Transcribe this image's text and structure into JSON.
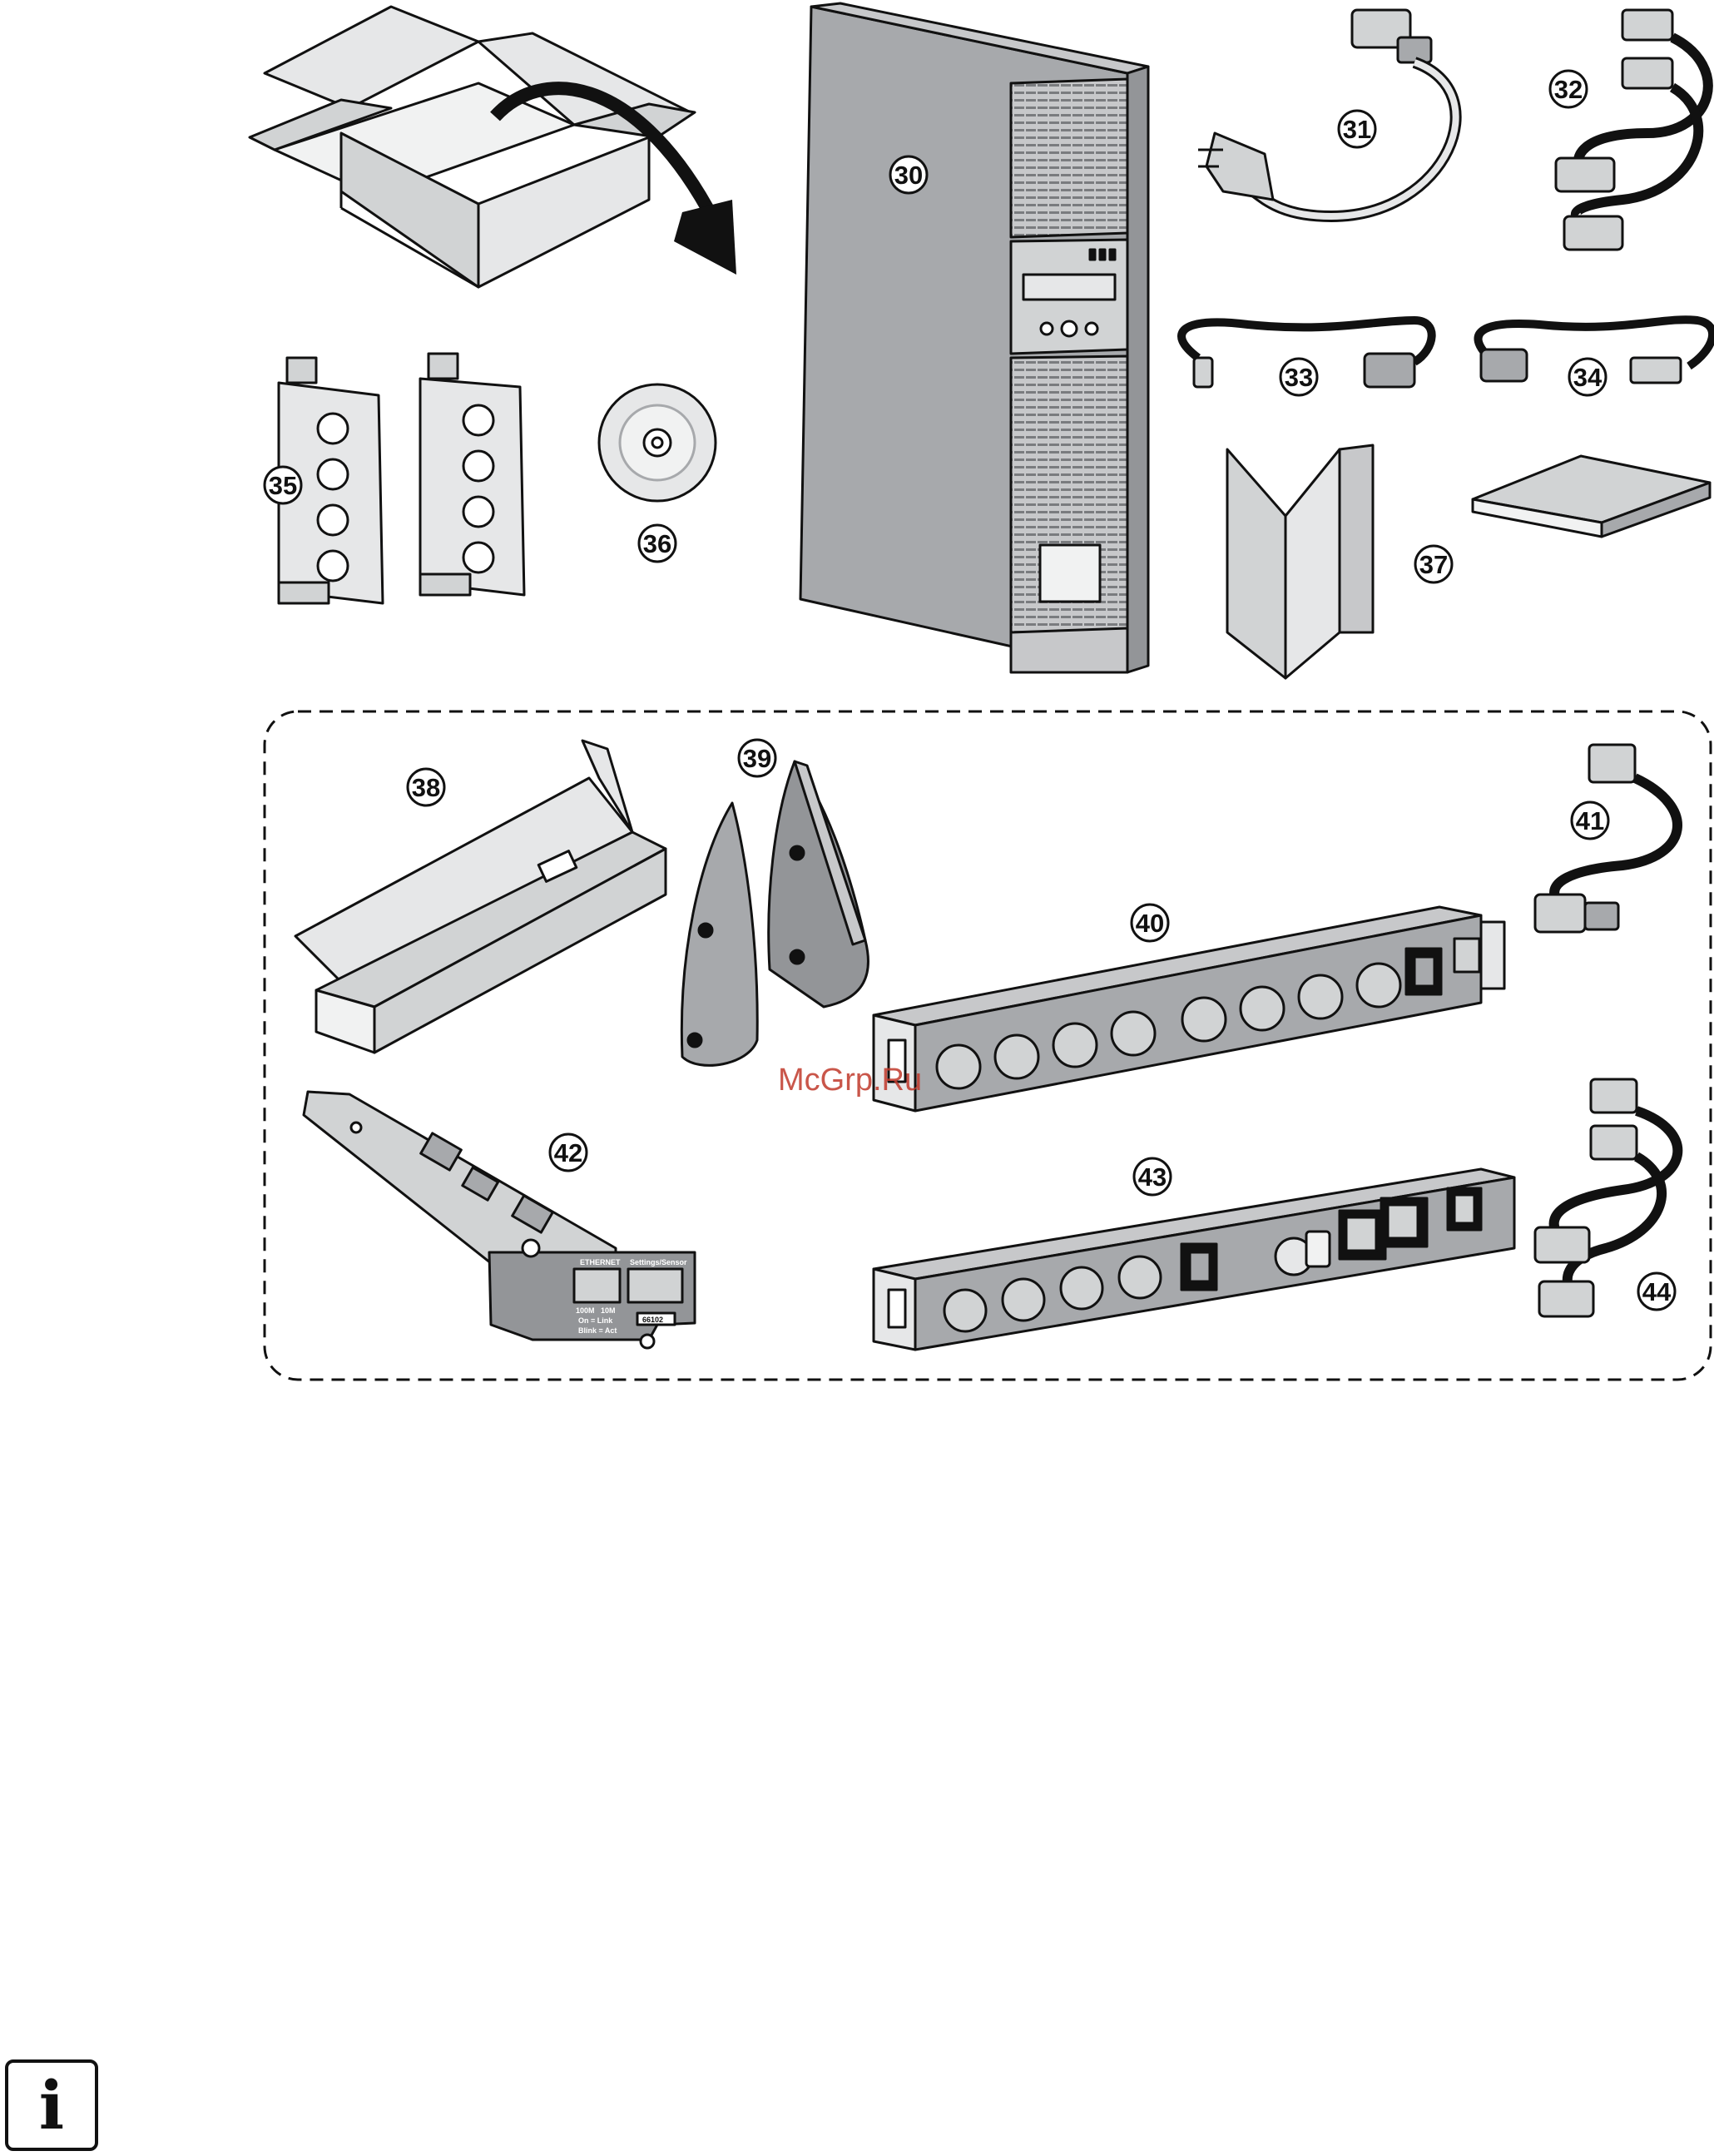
{
  "callouts": [
    "30",
    "31",
    "32",
    "33",
    "34",
    "35",
    "36",
    "37",
    "38",
    "39",
    "40",
    "41",
    "42",
    "43",
    "44"
  ],
  "card_labels": {
    "ethernet": "ETHERNET",
    "settings": "Settings/Sensor",
    "speed_100": "100M",
    "speed_10": "10M",
    "link": "On = Link",
    "act": "Blink = Act",
    "model": "66102"
  },
  "watermark": "McGrp.Ru",
  "info_icon": "i",
  "colors": {
    "line": "#111111",
    "body_gray": "#a7a9ac",
    "light_gray": "#d1d3d4",
    "mid_gray": "#c7c8ca"
  }
}
